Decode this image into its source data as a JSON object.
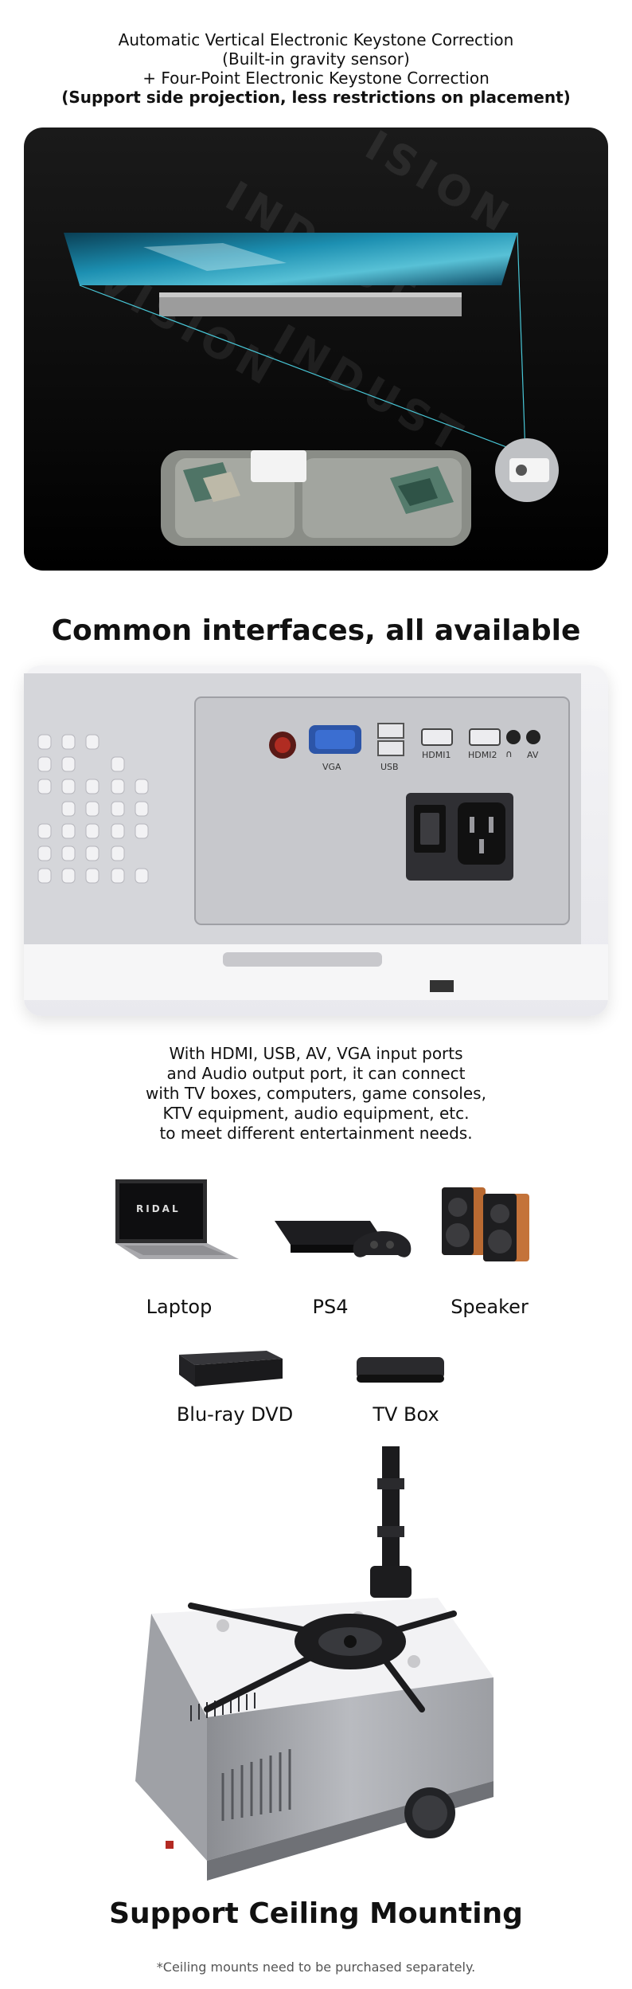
{
  "keystone": {
    "line1": "Automatic Vertical Electronic Keystone Correction",
    "line2": "(Built-in gravity sensor)",
    "line3": "+ Four-Point Electronic Keystone Correction",
    "line4": "(Support side projection, less restrictions on placement)"
  },
  "interfaces": {
    "title": "Common interfaces, all available",
    "ports": {
      "vga": "VGA",
      "usb": "USB",
      "hdmi1": "HDMI1",
      "hdmi2": "HDMI2",
      "av": "AV"
    },
    "description": [
      "With HDMI, USB, AV, VGA input ports",
      "and Audio output port, it can connect",
      "with TV boxes, computers, game consoles,",
      "KTV equipment, audio equipment, etc.",
      "to meet different entertainment needs."
    ]
  },
  "devices": {
    "laptop": "Laptop",
    "ps4": "PS4",
    "speaker": "Speaker",
    "bluray": "Blu-ray DVD",
    "tvbox": "TV Box",
    "laptop_brand": "RIDAL"
  },
  "ceiling": {
    "title": "Support Ceiling Mounting",
    "note": "*Ceiling mounts need to be purchased separately."
  }
}
